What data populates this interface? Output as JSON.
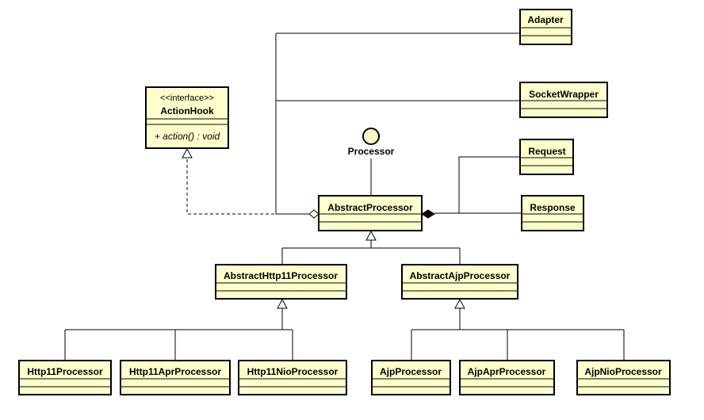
{
  "interface": {
    "stereotype": "<<interface>>",
    "name": "ActionHook",
    "operation": "+ action() : void"
  },
  "lollipop": {
    "label": "Processor"
  },
  "classes": {
    "adapter": "Adapter",
    "socket_wrapper": "SocketWrapper",
    "request": "Request",
    "response": "Response",
    "abstract_processor": "AbstractProcessor",
    "abstract_http11_processor": "AbstractHttp11Processor",
    "abstract_ajp_processor": "AbstractAjpProcessor",
    "http11_processor": "Http11Processor",
    "http11_apr_processor": "Http11AprProcessor",
    "http11_nio_processor": "Http11NioProcessor",
    "ajp_processor": "AjpProcessor",
    "ajp_apr_processor": "AjpAprProcessor",
    "ajp_nio_processor": "AjpNioProcessor"
  },
  "colors": {
    "class_fill": "#ffffcc",
    "stroke": "#000000"
  }
}
